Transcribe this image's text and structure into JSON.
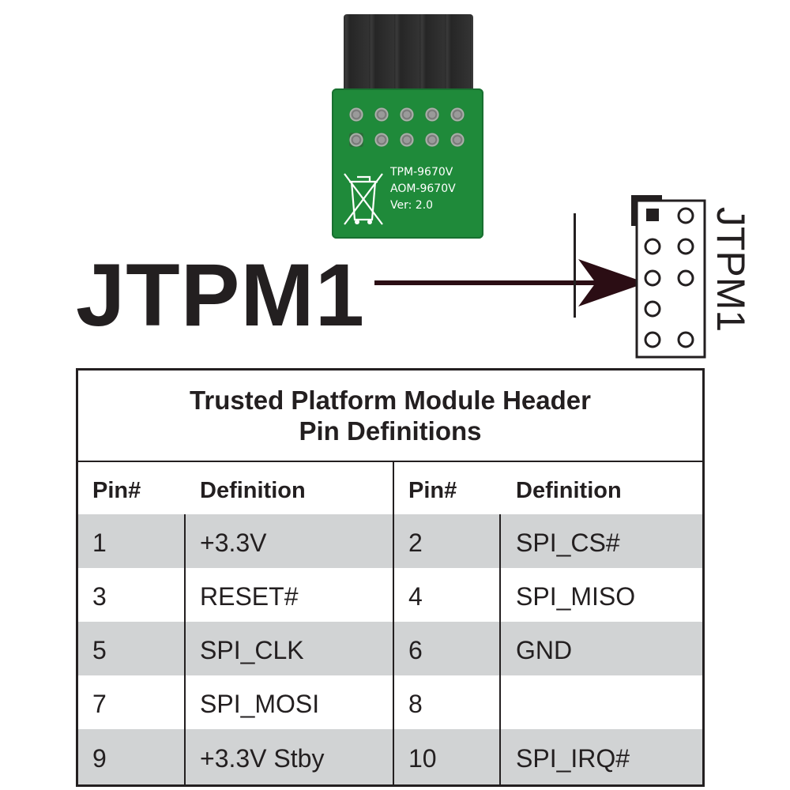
{
  "module": {
    "lines": [
      "TPM-9670V",
      "AOM-9670V",
      "Ver: 2.0"
    ],
    "icon": "weee-recycle-bin-icon"
  },
  "header": {
    "label": "JTPM1",
    "vertical_label": "JTPM1"
  },
  "table": {
    "title_line1": "Trusted Platform Module Header",
    "title_line2": "Pin Definitions",
    "columns": [
      "Pin#",
      "Definition",
      "Pin#",
      "Definition"
    ],
    "rows": [
      {
        "pin_a": "1",
        "def_a": "+3.3V",
        "pin_b": "2",
        "def_b": "SPI_CS#"
      },
      {
        "pin_a": "3",
        "def_a": "RESET#",
        "pin_b": "4",
        "def_b": "SPI_MISO"
      },
      {
        "pin_a": "5",
        "def_a": "SPI_CLK",
        "pin_b": "6",
        "def_b": "GND"
      },
      {
        "pin_a": "7",
        "def_a": "SPI_MOSI",
        "pin_b": "8",
        "def_b": ""
      },
      {
        "pin_a": "9",
        "def_a": "+3.3V Stby",
        "pin_b": "10",
        "def_b": "SPI_IRQ#"
      }
    ]
  },
  "colors": {
    "pcb_green": "#1f8a3a",
    "arrow": "#2b0d14",
    "row_shade": "#d1d3d4",
    "text": "#231f20"
  }
}
